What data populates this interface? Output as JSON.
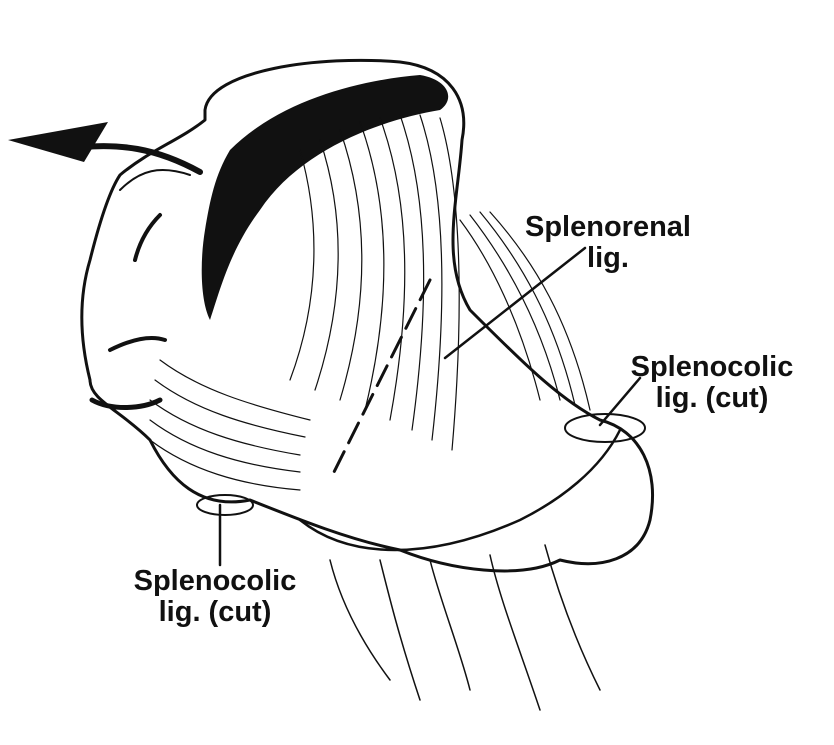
{
  "figure": {
    "subject": "Spleen mobilization with ligament divisions",
    "colors": {
      "ink": "#111111",
      "paper": "#ffffff"
    },
    "labels": [
      {
        "id": "splenorenal",
        "line1": "Splenorenal",
        "line2": "lig."
      },
      {
        "id": "splenocolic-right",
        "line1": "Splenocolic",
        "line2": "lig. (cut)"
      },
      {
        "id": "splenocolic-left",
        "line1": "Splenocolic",
        "line2": "lig. (cut)"
      }
    ],
    "arrow": {
      "direction": "left",
      "meaning": "rotation of spleen medially"
    }
  }
}
